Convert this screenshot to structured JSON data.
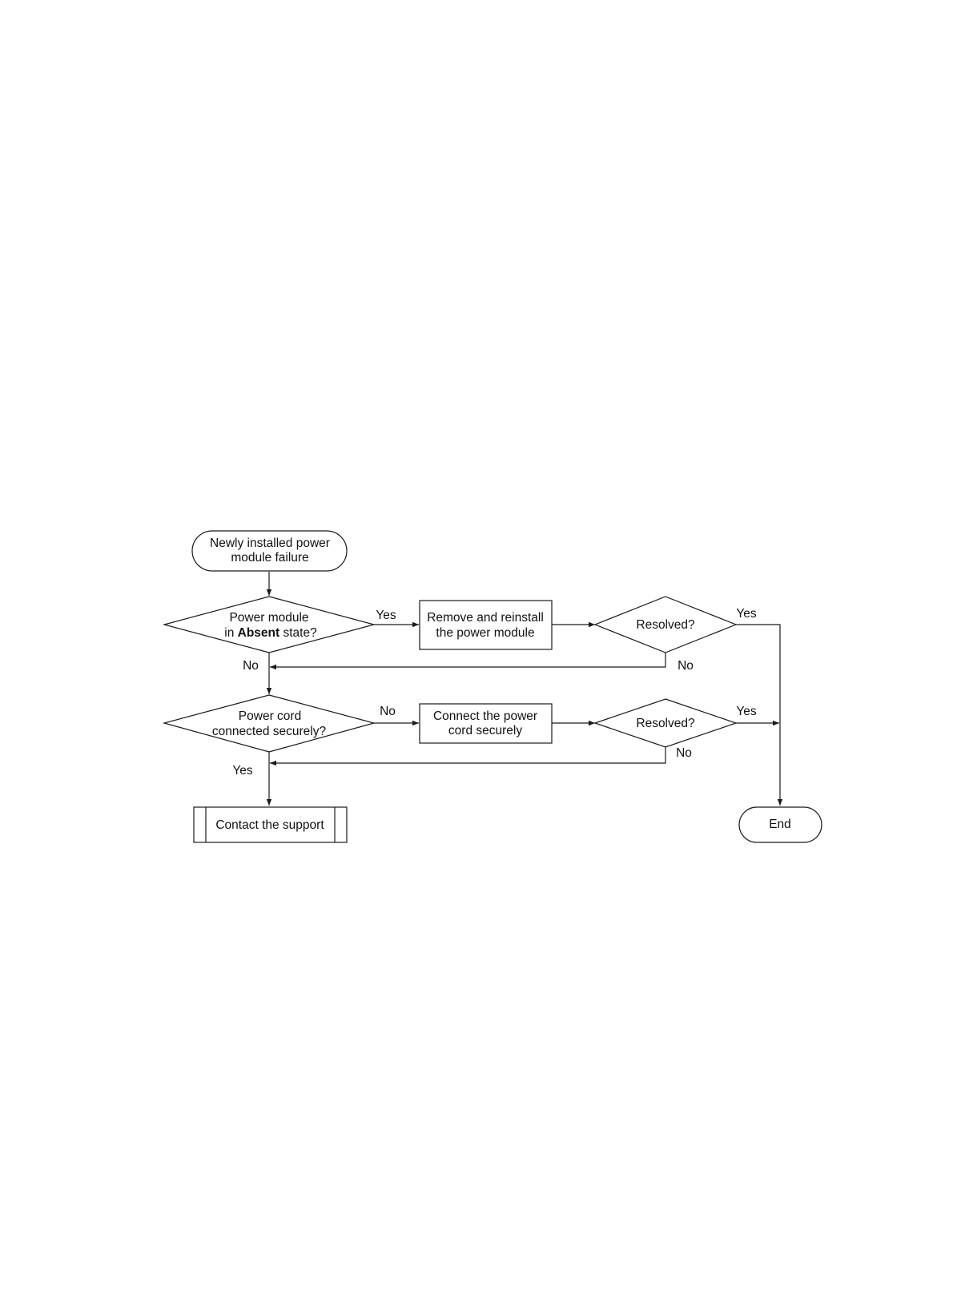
{
  "nodes": {
    "start": {
      "line1": "Newly installed power",
      "line2": "module failure"
    },
    "decision_absent": {
      "line1": "Power module",
      "line2_pre": "in ",
      "line2_bold": "Absent",
      "line2_post": " state?"
    },
    "action_reinstall": {
      "line1": "Remove and reinstall",
      "line2": "the power module"
    },
    "decision_resolved_1": {
      "text": "Resolved?"
    },
    "decision_cord": {
      "line1": "Power cord",
      "line2": "connected securely?"
    },
    "action_connect": {
      "line1": "Connect the power",
      "line2": "cord securely"
    },
    "decision_resolved_2": {
      "text": "Resolved?"
    },
    "contact_support": {
      "text": "Contact the support"
    },
    "end": {
      "text": "End"
    }
  },
  "edges": {
    "absent_yes": "Yes",
    "absent_no": "No",
    "resolved1_yes": "Yes",
    "resolved1_no": "No",
    "cord_no": "No",
    "cord_yes": "Yes",
    "resolved2_yes": "Yes",
    "resolved2_no": "No"
  }
}
